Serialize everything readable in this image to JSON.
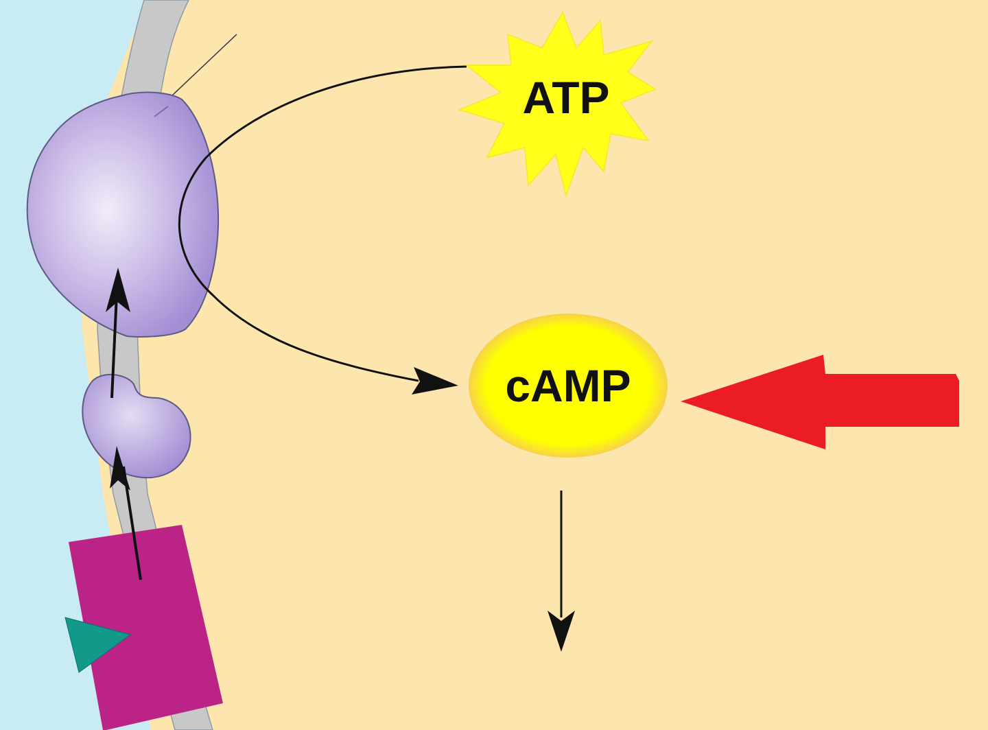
{
  "diagram": {
    "type": "signaling-pathway",
    "colors": {
      "cytoplasm": "#fde6ae",
      "extracellular": "#c9ebf3",
      "membrane": "#c8c8c8",
      "effector_enzyme": "#b8a6dc",
      "g_protein": "#b6a5dd",
      "receptor": "#bb2486",
      "ligand": "#119a8a",
      "atp_burst": "#ffff1a",
      "camp_oval": "#ffff00",
      "highlight_arrow": "#ec1c24",
      "arrow": "#111111"
    },
    "nodes": {
      "atp": {
        "label": "ATP"
      },
      "camp": {
        "label": "cAMP"
      }
    }
  }
}
